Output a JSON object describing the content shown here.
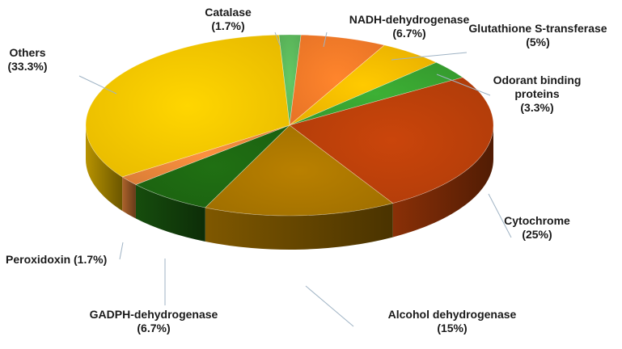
{
  "chart_data": {
    "type": "pie",
    "title": "",
    "style": "3d",
    "slices": [
      {
        "label": "Catalase",
        "value": 1.7,
        "value_label": "(1.7%)",
        "color": "#5fbf5f"
      },
      {
        "label": "NADH-dehydrogenase",
        "value": 6.7,
        "value_label": "(6.7%)",
        "color": "#ff7f2a"
      },
      {
        "label": "Glutathione S-transferase",
        "value": 5,
        "value_label": "(5%)",
        "color": "#ffc000"
      },
      {
        "label": "Odorant binding proteins",
        "value": 3.3,
        "value_label": "(3.3%)",
        "color": "#3aa832"
      },
      {
        "label": "Cytochrome",
        "value": 25,
        "value_label": "(25%)",
        "color": "#c0420a"
      },
      {
        "label": "Alcohol dehydrogenase",
        "value": 15,
        "value_label": "(15%)",
        "color": "#b07a00"
      },
      {
        "label": "GADPH-dehydrogenase",
        "value": 6.7,
        "value_label": "(6.7%)",
        "color": "#1e6b12"
      },
      {
        "label": "Peroxidoxin",
        "value": 1.7,
        "value_label": "(1.7%)",
        "color": "#f08a3c"
      },
      {
        "label": "Others",
        "value": 33.3,
        "value_label": "(33.3%)",
        "color": "#ffcc00"
      }
    ],
    "label_lines": [
      [
        "Catalase",
        "(1.7%)"
      ],
      [
        "NADH-dehydrogenase",
        "(6.7%)"
      ],
      [
        "Glutathione S-transferase",
        "(5%)"
      ],
      [
        "Odorant binding",
        "proteins",
        "(3.3%)"
      ],
      [
        "Cytochrome",
        "(25%)"
      ],
      [
        "Alcohol dehydrogenase",
        "(15%)"
      ],
      [
        "GADPH-dehydrogenase",
        "(6.7%)"
      ],
      [
        "Peroxidoxin (1.7%)"
      ],
      [
        "Others",
        "(33.3%)"
      ]
    ]
  }
}
